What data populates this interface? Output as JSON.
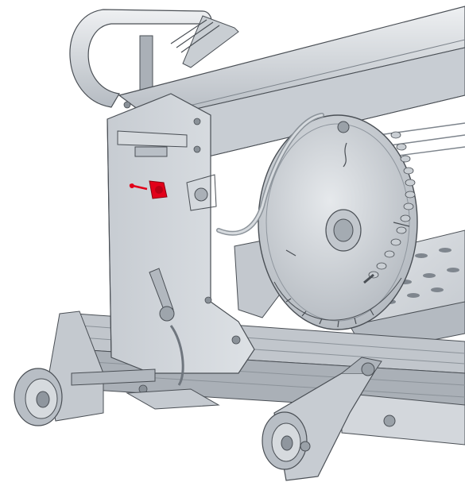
{
  "figure": {
    "colors": {
      "background": "#ffffff",
      "metal_light": "#d9dde2",
      "metal_mid": "#b9bfc6",
      "metal_dark": "#8f969e",
      "edge": "#4a4f55",
      "highlight": "#e2001a"
    },
    "parts": [
      "handle-loop",
      "top-rail",
      "side-plate",
      "saw-blade",
      "blade-guard",
      "coolant-hose",
      "cutting-table",
      "base-rail",
      "front-wheel",
      "rear-wheel",
      "locking-lever",
      "red-adjustment-knob"
    ]
  }
}
